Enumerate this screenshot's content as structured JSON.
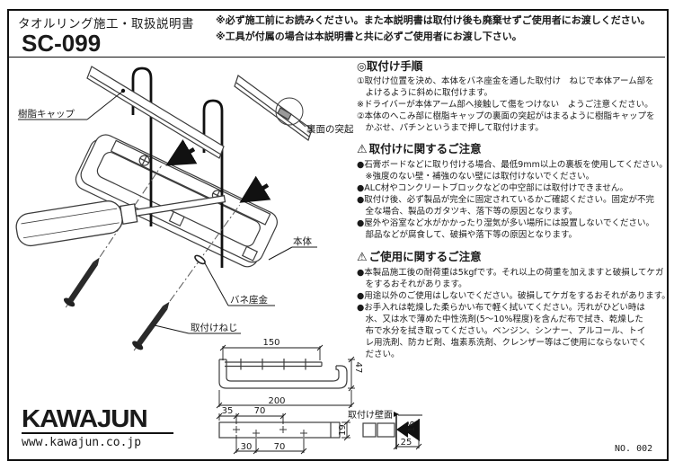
{
  "header": {
    "doc_title": "タオルリング施工・取扱説明書",
    "model": "SC-099",
    "note1": "※必ず施工前にお読みください。また本説明書は取付け後も廃棄せずご使用者にお渡しください。",
    "note2": "※工具が付属の場合は本説明書と共に必ずご使用者にお渡し下さい。"
  },
  "sections": [
    {
      "prefix": "◎",
      "title": "取付け手順",
      "lines": [
        "①取付け位置を決め、本体をバネ座金を通した取付け　ねじで本体アーム部を",
        "　よけるように斜めに取付けます。",
        "※ドライバーが本体アーム部へ接触して傷をつけない　ようご注意ください。",
        "②本体のへこみ部に樹脂キャップの裏面の突起がはまるように樹脂キャップを",
        "　かぶせ、パチンというまで押して取付けます。"
      ]
    },
    {
      "prefix": "⚠",
      "title": "取付けに関するご注意",
      "lines": [
        "●石膏ボードなどに取り付ける場合、最低9mm以上の裏板を使用してください。",
        "　※強度のない壁・補強のない壁には取付けないでください。",
        "●ALC材やコンクリートブロックなどの中空部には取付けできません。",
        "●取付け後、必ず製品が完全に固定されているかご確認ください。固定が不完",
        "　全な場合、製品のガタツキ、落下等の原因となります。",
        "●屋外や浴室など水がかかったり湿気が多い場所には設置しないでください。",
        "　部品などが腐食して、破損や落下等の原因となります。"
      ]
    },
    {
      "prefix": "⚠",
      "title": "ご使用に関するご注意",
      "lines": [
        "●本製品施工後の耐荷重は5kgfです。それ以上の荷重を加えますと破損してケガ",
        "　をするおそれがあります。",
        "●用途以外のご使用はしないでください。破損してケガをするおそれがあります。",
        "●お手入れは乾燥した柔らかい布で軽く拭いてください。汚れがひどい時は",
        "　水、又は水で薄めた中性洗剤(5～10%程度)を含んだ布で拭き、乾燥した",
        "　布で水分を拭き取ってください。ベンジン、シンナー、アルコール、トイ",
        "　レ用洗剤、防カビ剤、塩素系洗剤、クレンザー等はご使用にならないでく",
        "　ださい。"
      ]
    }
  ],
  "diagram": {
    "labels": {
      "resin_cap": "樹脂キャップ",
      "back_protrusion": "裏面の突起",
      "body": "本体",
      "spring_washer": "バネ座金",
      "mounting_screw": "取付けねじ",
      "mounting_wall": "取付け壁面"
    },
    "dims": {
      "w150": "150",
      "h47": "47",
      "w200": "200",
      "a35": "35",
      "a70": "70",
      "b30": "30",
      "b70": "70",
      "t19": "19",
      "t16": "16",
      "t25": "25"
    }
  },
  "footer": {
    "brand": "KAWAJUN",
    "url": "www.kawajun.co.jp",
    "doc_no": "NO. 002"
  },
  "colors": {
    "ink": "#1a1a1a",
    "line": "#3c3c3c"
  }
}
